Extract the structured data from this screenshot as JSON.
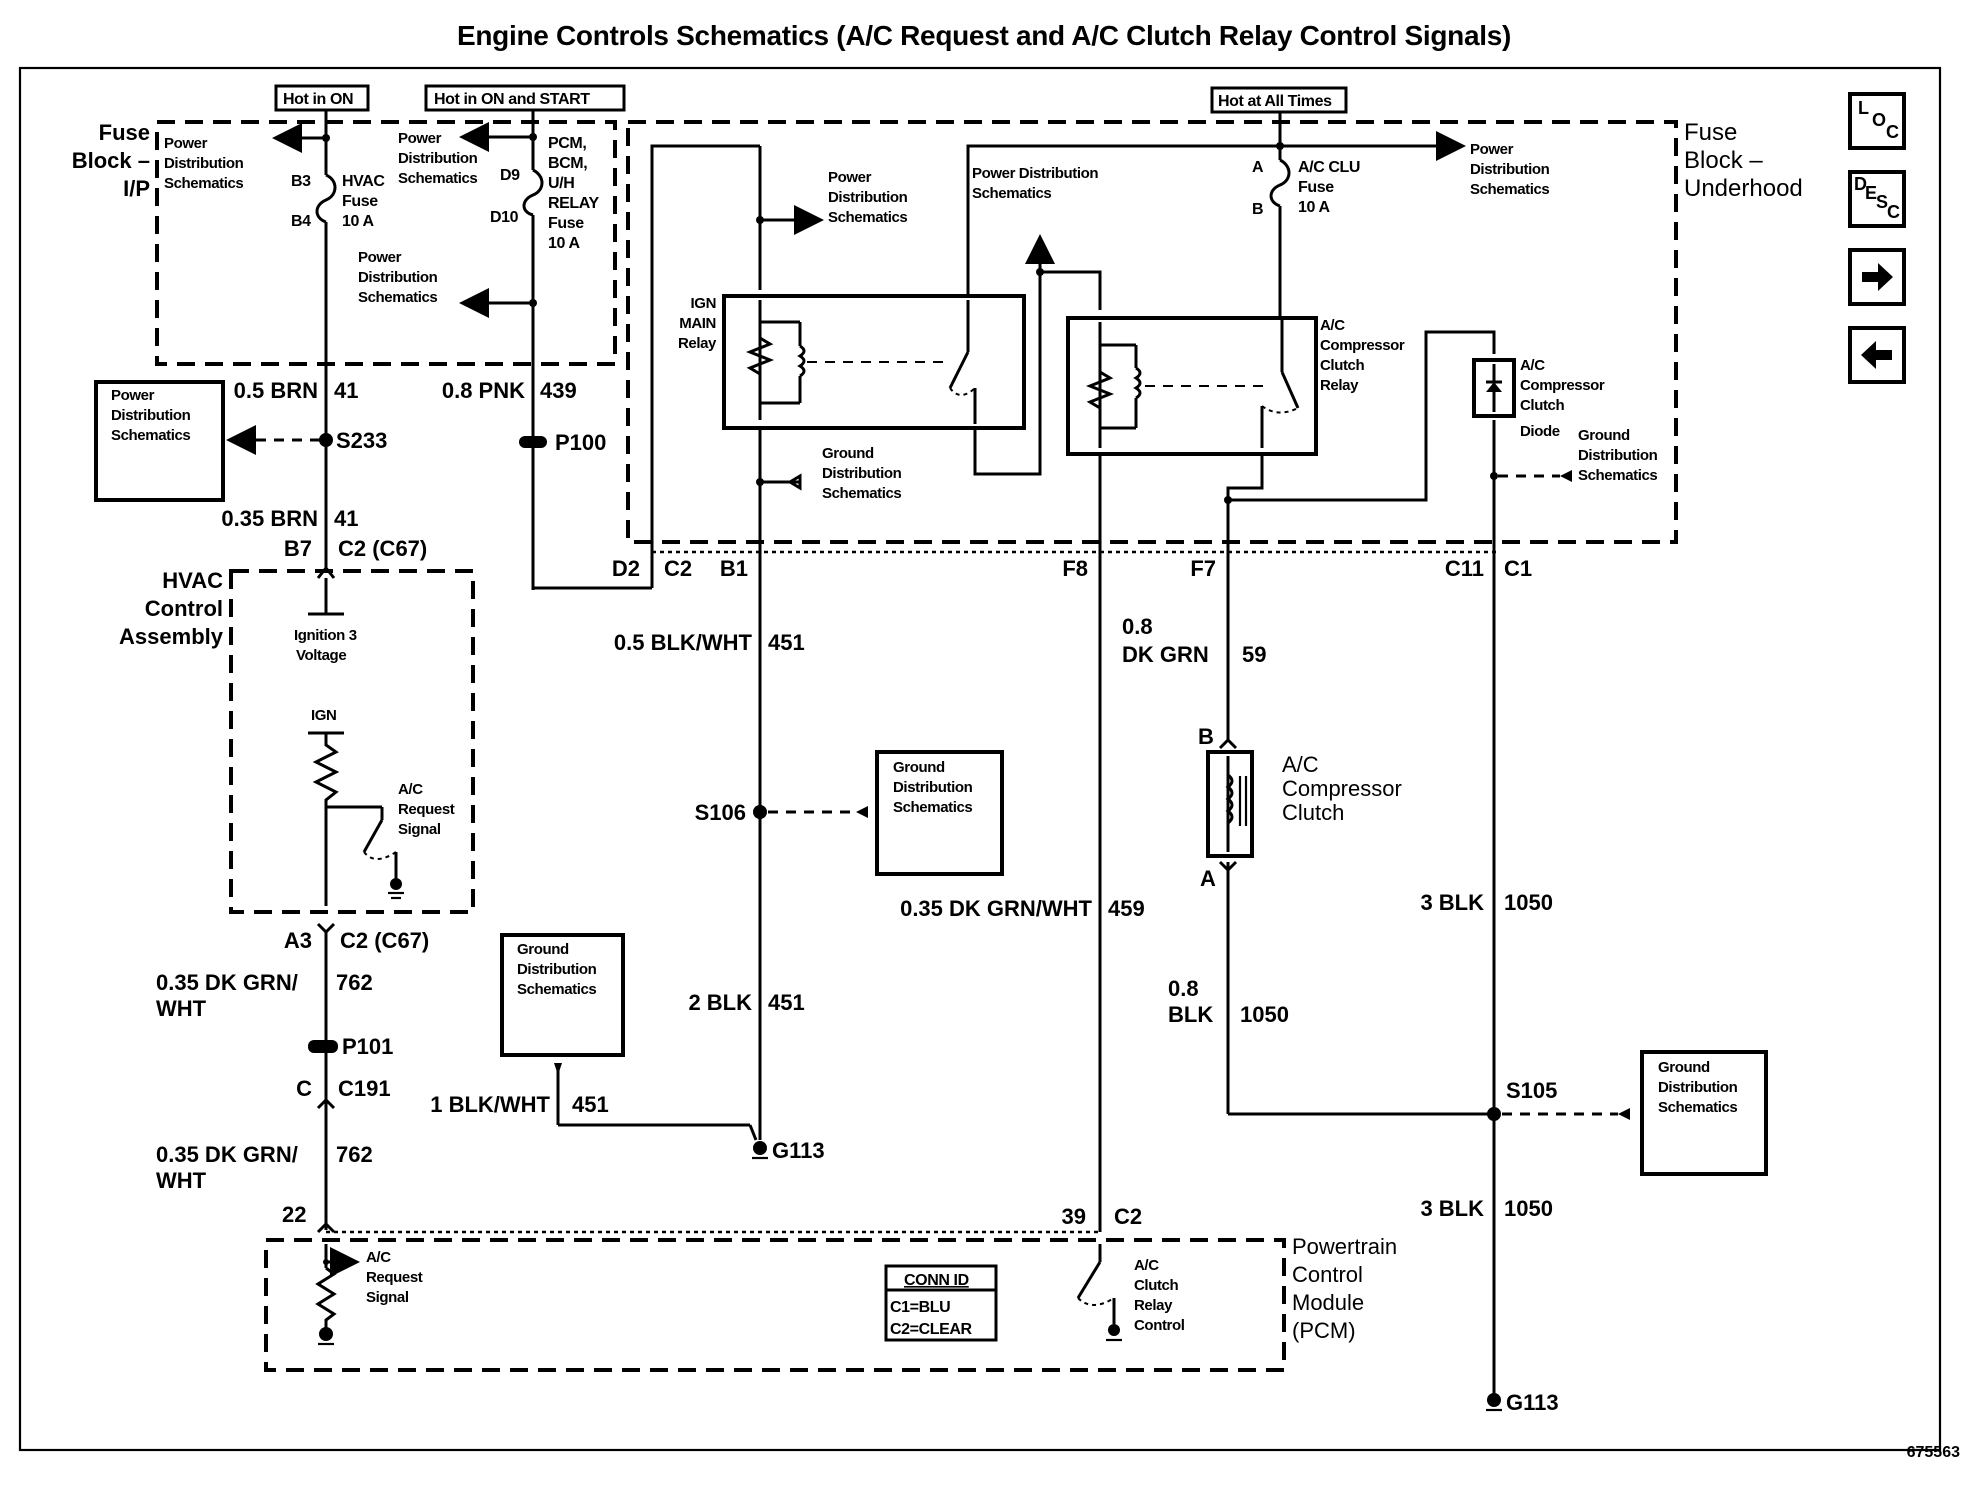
{
  "title": "Engine Controls Schematics (A/C Request and A/C Clutch Relay Control Signals)",
  "figure_id": "675563",
  "nav_buttons": {
    "loc": {
      "chars": [
        "L",
        "O",
        "C"
      ],
      "label": "LOC"
    },
    "desc": {
      "chars": [
        "D",
        "E",
        "S",
        "C"
      ],
      "label": "DESC"
    },
    "next": {
      "glyph": "➡",
      "label": "next-page"
    },
    "prev": {
      "glyph": "⬅",
      "label": "previous-page"
    }
  },
  "power_labels": {
    "hot_in_on": "Hot in ON",
    "hot_in_on_start": "Hot in ON and START",
    "hot_all_times": "Hot at All Times"
  },
  "components": {
    "fuse_block_ip": [
      "Fuse",
      "Block –",
      "I/P"
    ],
    "fuse_block_underhood": [
      "Fuse",
      "Block –",
      "Underhood"
    ],
    "hvac_control_assembly": [
      "HVAC",
      "Control",
      "Assembly"
    ],
    "pcm": [
      "Powertrain",
      "Control",
      "Module",
      "(PCM)"
    ],
    "ign_main_relay": [
      "IGN",
      "MAIN",
      "Relay"
    ],
    "ac_clutch_relay": [
      "A/C",
      "Compressor",
      "Clutch",
      "Relay"
    ],
    "ac_clutch_diode": [
      "A/C",
      "Compressor",
      "Clutch",
      "Diode"
    ],
    "ac_compressor_clutch": [
      "A/C",
      "Compressor",
      "Clutch"
    ],
    "hvac_fuse": [
      "HVAC",
      "Fuse",
      "10 A"
    ],
    "pcm_fuse": [
      "PCM,",
      "BCM,",
      "U/H",
      "RELAY",
      "Fuse",
      "10 A"
    ],
    "ac_clu_fuse": [
      "A/C CLU",
      "Fuse",
      "10 A"
    ],
    "ignition3": [
      "Ignition 3",
      "Voltage"
    ],
    "ign": "IGN",
    "hvac_ac_request": [
      "A/C",
      "Request",
      "Signal"
    ],
    "pcm_ac_request": [
      "A/C",
      "Request",
      "Signal"
    ],
    "pcm_clutch_control": [
      "A/C",
      "Clutch",
      "Relay",
      "Control"
    ],
    "conn_id": {
      "header": "CONN ID",
      "rows": [
        "C1=BLU",
        "C2=CLEAR"
      ]
    }
  },
  "refs": {
    "power_dist_3": [
      "Power",
      "Distribution",
      "Schematics"
    ],
    "power_dist_2": [
      "Power Distribution",
      "Schematics"
    ],
    "power_dist_schem_2": [
      "Distribution",
      "Schematics"
    ],
    "ground_dist_3": [
      "Ground",
      "Distribution",
      "Schematics"
    ]
  },
  "pins": {
    "b3": "B3",
    "b4": "B4",
    "d9": "D9",
    "d10": "D10",
    "a": "A",
    "b": "B",
    "b7": "B7",
    "c2_c67": "C2 (C67)",
    "a3": "A3",
    "c": "C",
    "c191": "C191",
    "pin22": "22",
    "pin39": "39",
    "c2": "C2",
    "d2": "D2",
    "b1": "B1",
    "f8": "F8",
    "f7": "F7",
    "c11": "C11",
    "c1": "C1",
    "clutch_b": "B",
    "clutch_a": "A"
  },
  "splices": {
    "s233": "S233",
    "p100": "P100",
    "p101": "P101",
    "s106": "S106",
    "s105": "S105",
    "g113_a": "G113",
    "g113_b": "G113"
  },
  "wires": [
    {
      "id": "w1",
      "gauge_color": "0.5 BRN",
      "circuit": "41"
    },
    {
      "id": "w2",
      "gauge_color": "0.35 BRN",
      "circuit": "41"
    },
    {
      "id": "w3",
      "gauge_color": "0.8 PNK",
      "circuit": "439"
    },
    {
      "id": "w4",
      "gauge_color": [
        "0.35 DK GRN/",
        "WHT"
      ],
      "circuit": "762"
    },
    {
      "id": "w5",
      "gauge_color": [
        "0.35 DK GRN/",
        "WHT"
      ],
      "circuit": "762"
    },
    {
      "id": "w6",
      "gauge_color": "0.5 BLK/WHT",
      "circuit": "451"
    },
    {
      "id": "w7",
      "gauge_color": "2 BLK",
      "circuit": "451"
    },
    {
      "id": "w8",
      "gauge_color": "1 BLK/WHT",
      "circuit": "451"
    },
    {
      "id": "w9",
      "gauge_color": "0.35 DK GRN/WHT",
      "circuit": "459"
    },
    {
      "id": "w10",
      "gauge_color": [
        "0.8",
        "DK GRN"
      ],
      "circuit": "59"
    },
    {
      "id": "w11",
      "gauge_color": [
        "0.8",
        "BLK"
      ],
      "circuit": "1050"
    },
    {
      "id": "w12",
      "gauge_color": "3 BLK",
      "circuit": "1050"
    },
    {
      "id": "w13",
      "gauge_color": "3 BLK",
      "circuit": "1050"
    }
  ]
}
